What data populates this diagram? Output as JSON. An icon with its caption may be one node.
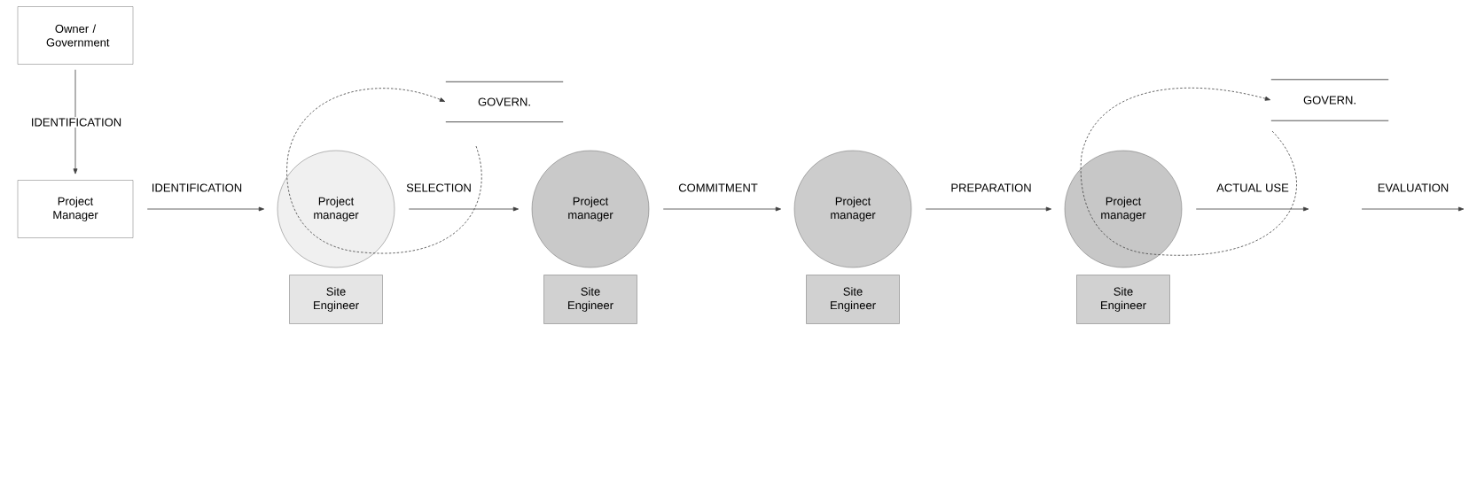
{
  "diagram": {
    "nodes": [
      {
        "text": [
          "Owner / Government"
        ]
      },
      {
        "text": [
          "Project Manager"
        ]
      },
      {
        "text": [
          "Project manager"
        ]
      },
      {
        "text": [
          "Site Engineer"
        ]
      },
      {
        "text": [
          "Project manager"
        ]
      },
      {
        "text": [
          "Site Engineer"
        ]
      },
      {
        "text": [
          "Project manager"
        ]
      },
      {
        "text": [
          "Site Engineer"
        ]
      },
      {
        "text": [
          "Project manager"
        ]
      },
      {
        "text": [
          "Site Engineer"
        ]
      },
      {
        "text": [
          "GOVERN."
        ]
      },
      {
        "text": [
          "GOVERN."
        ]
      }
    ],
    "edges": [
      {
        "from": 0,
        "to": 1,
        "arrow": "to",
        "label": "IDENTIFICATION"
      },
      {
        "from": 1,
        "to": 2,
        "arrow": "to",
        "label": "IDENTIFICATION"
      },
      {
        "from": 2,
        "to": 4,
        "arrow": "to",
        "label": "SELECTION"
      },
      {
        "from": 4,
        "to": 6,
        "arrow": "to",
        "label": "COMMITMENT"
      },
      {
        "from": 6,
        "to": 8,
        "arrow": "to",
        "label": "PREPARATION"
      },
      {
        "from": 8,
        "to": null,
        "arrow": "to",
        "label": "ACTUAL USE"
      },
      {
        "from": null,
        "to": 10,
        "arrow": "to",
        "style": "dashed"
      },
      {
        "from": null,
        "to": 11,
        "arrow": "to",
        "style": "dashed"
      }
    ],
    "labels": [
      "EVALUATION"
    ]
  }
}
